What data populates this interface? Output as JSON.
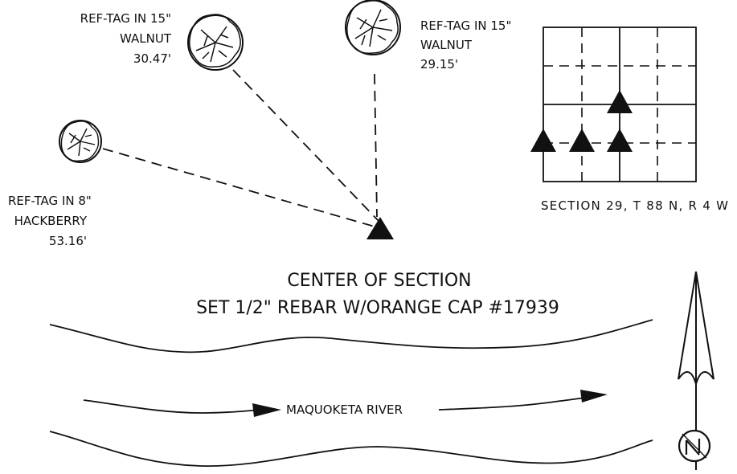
{
  "trees": [
    {
      "name": "walnut-1",
      "ref": "REF-TAG IN 15\"",
      "species": "WALNUT",
      "distance": "30.47'"
    },
    {
      "name": "walnut-2",
      "ref": "REF-TAG IN 15\"",
      "species": "WALNUT",
      "distance": "29.15'"
    },
    {
      "name": "hackberry",
      "ref": "REF-TAG IN 8\"",
      "species": "HACKBERRY",
      "distance": "53.16'"
    }
  ],
  "section_map": {
    "label": "SECTION 29, T 88 N, R 4 W"
  },
  "monument": {
    "title": "CENTER OF SECTION",
    "description": "SET 1/2\" REBAR W/ORANGE CAP #17939"
  },
  "river": {
    "label": "MAQUOKETA RIVER"
  },
  "north_arrow": {
    "icon": "north-arrow-icon",
    "letter": "N"
  },
  "colors": {
    "ink": "#111111",
    "background": "#ffffff"
  }
}
